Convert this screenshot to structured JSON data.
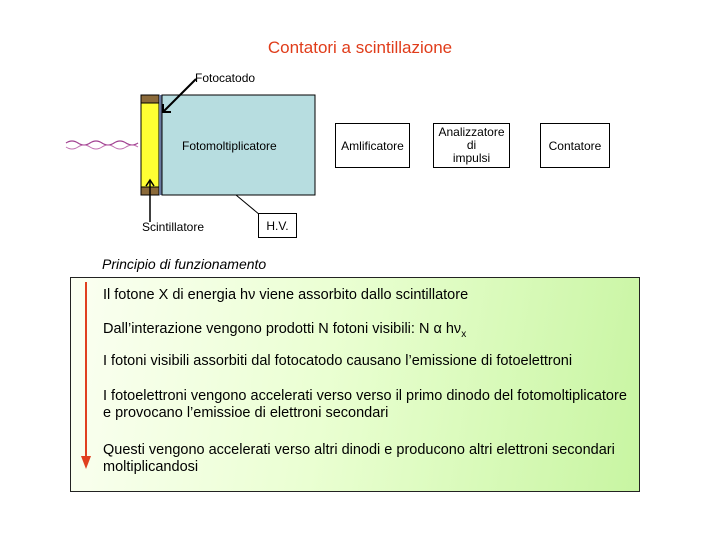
{
  "title": "Contatori a scintillazione",
  "diagram": {
    "fotocatodo_label": "Fotocatodo",
    "photomultiplier_label": "Fotomoltiplicatore",
    "amplifier_label": "Amlificatore",
    "analyzer_label": "Analizzatore\ndi\nimpulsi",
    "counter_label": "Contatore",
    "scintillator_label": "Scintillatore",
    "hv_label": "H.V."
  },
  "colors": {
    "title": "#e03c1a",
    "pmt_fill": "#b7dde0",
    "scintillator_fill": "#ffff33",
    "end_caps": "#8b6a3a",
    "arrow": "#e04020",
    "photon": "#a04090"
  },
  "section_title": "Principio di funzionamento",
  "steps": {
    "s1": "Il fotone X di energia hν viene assorbito dallo scintillatore",
    "s2_text": "Dall’interazione vengono prodotti N fotoni visibili: N ",
    "s2_symbol": "α",
    "s2_hnu": " hν",
    "s2_sub": "x",
    "s3": "I fotoni visibili assorbiti dal fotocatodo causano l’emissione di fotoelettroni",
    "s4": "I fotoelettroni vengono accelerati verso verso il primo dinodo del fotomoltiplicatore e provocano l’emissioe di elettroni secondari",
    "s5": "Questi vengono accelerati verso altri dinodi e producono altri elettroni secondari moltiplicandosi"
  }
}
